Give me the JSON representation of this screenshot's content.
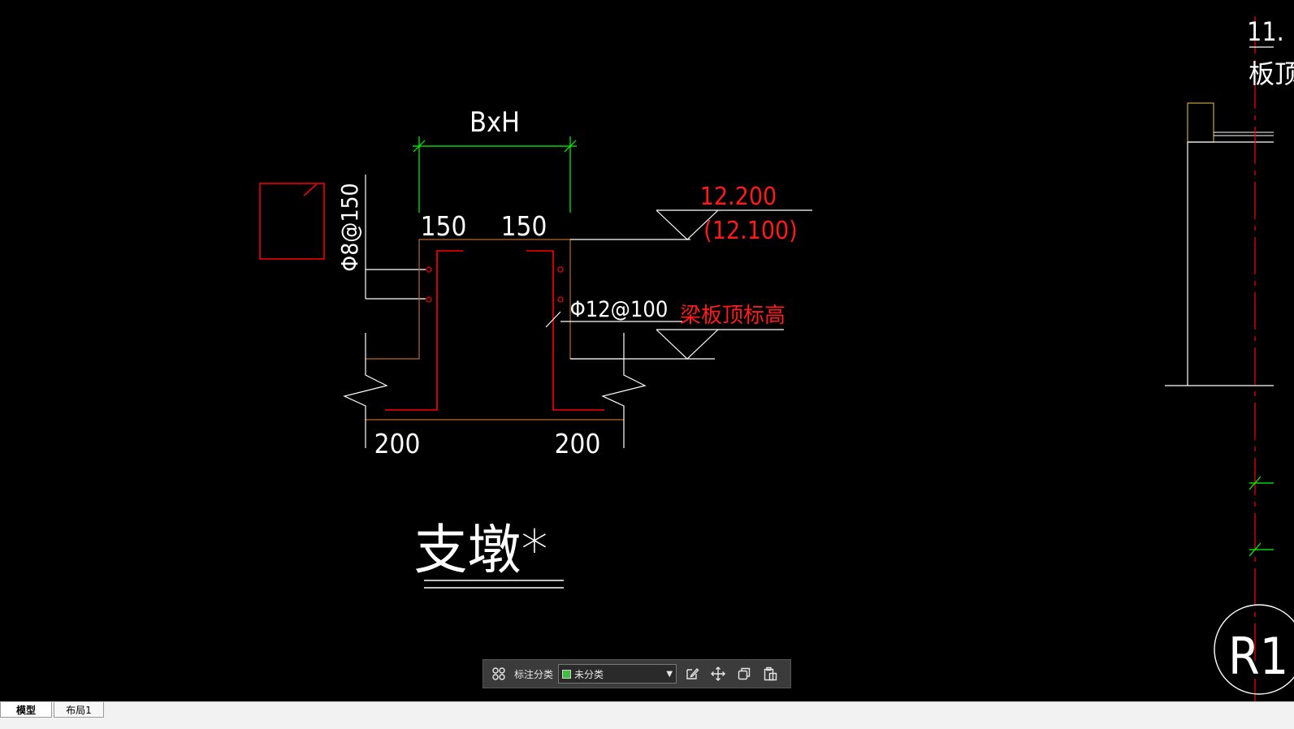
{
  "drawing": {
    "labels": {
      "bxh": "BxH",
      "dim_left_top": "150",
      "dim_right_top": "150",
      "dim_left_bottom": "200",
      "dim_right_bottom": "200",
      "stirrup": "Φ8@150",
      "top_bar": "Φ12@100",
      "elevation": "12.200",
      "elevation_alt": "(12.100)",
      "beam_slab_top": "梁板顶标高",
      "title": "支墩*",
      "right_elev_partial": "11.",
      "right_note_partial": "板顶",
      "axis_bubble": "R1"
    },
    "colors": {
      "background": "#000000",
      "line_white": "#ffffff",
      "line_red": "#ff0000",
      "line_green": "#00ff00",
      "line_brown": "#b86a2a",
      "line_yellow": "#c9a43a",
      "text_red": "#ff1a1a"
    }
  },
  "toolbar": {
    "label": "标注分类",
    "select_value": "未分类",
    "swatch_color": "#3fbf3f",
    "icons": [
      "grid-icon",
      "edit-icon",
      "move-icon",
      "copy-icon",
      "paste-icon"
    ]
  },
  "tabs": [
    {
      "label": "模型",
      "active": true
    },
    {
      "label": "布局1",
      "active": false
    }
  ]
}
